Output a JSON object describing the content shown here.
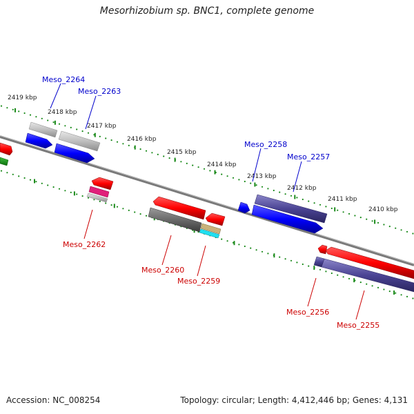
{
  "title": "Mesorhizobium sp. BNC1, complete genome",
  "footer": {
    "accession": "Accession: NC_008254",
    "summary": "Topology: circular; Length: 4,412,446 bp; Genes: 4,131"
  },
  "ticks": [
    "2419 kbp",
    "2418 kbp",
    "2417 kbp",
    "2416 kbp",
    "2415 kbp",
    "2414 kbp",
    "2413 kbp",
    "2412 kbp",
    "2411 kbp",
    "2410 kbp"
  ],
  "genes_forward": [
    "Meso_2264",
    "Meso_2263",
    "Meso_2258",
    "Meso_2257"
  ],
  "genes_reverse": [
    "Meso_2262",
    "Meso_2260",
    "Meso_2259",
    "Meso_2256",
    "Meso_2255"
  ],
  "colors": {
    "forward_label": "#0000cc",
    "reverse_label": "#cc0000",
    "tick": "#1a8a1a",
    "backbone": "#7a7a7a"
  }
}
